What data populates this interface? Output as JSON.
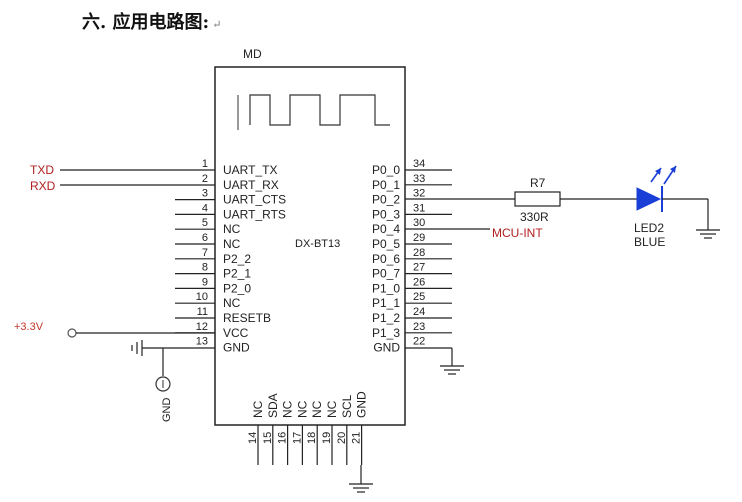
{
  "header": {
    "title": "六. 应用电路图:",
    "return_mark": "↵"
  },
  "module": {
    "name": "MD",
    "part_number": "DX-BT13"
  },
  "left_pins": [
    {
      "num": "1",
      "name": "UART_TX"
    },
    {
      "num": "2",
      "name": "UART_RX"
    },
    {
      "num": "3",
      "name": "UART_CTS"
    },
    {
      "num": "4",
      "name": "UART_RTS"
    },
    {
      "num": "5",
      "name": "NC"
    },
    {
      "num": "6",
      "name": "NC"
    },
    {
      "num": "7",
      "name": "P2_2"
    },
    {
      "num": "8",
      "name": "P2_1"
    },
    {
      "num": "9",
      "name": "P2_0"
    },
    {
      "num": "10",
      "name": "NC"
    },
    {
      "num": "11",
      "name": "RESETB"
    },
    {
      "num": "12",
      "name": "VCC"
    },
    {
      "num": "13",
      "name": "GND"
    }
  ],
  "right_pins": [
    {
      "num": "34",
      "name": "P0_0"
    },
    {
      "num": "33",
      "name": "P0_1"
    },
    {
      "num": "32",
      "name": "P0_2"
    },
    {
      "num": "31",
      "name": "P0_3"
    },
    {
      "num": "30",
      "name": "P0_4"
    },
    {
      "num": "29",
      "name": "P0_5"
    },
    {
      "num": "28",
      "name": "P0_6"
    },
    {
      "num": "27",
      "name": "P0_7"
    },
    {
      "num": "26",
      "name": "P1_0"
    },
    {
      "num": "25",
      "name": "P1_1"
    },
    {
      "num": "24",
      "name": "P1_2"
    },
    {
      "num": "23",
      "name": "P1_3"
    },
    {
      "num": "22",
      "name": "GND"
    }
  ],
  "bottom_pins": [
    {
      "num": "14",
      "name": "NC"
    },
    {
      "num": "15",
      "name": "SDA"
    },
    {
      "num": "16",
      "name": "NC"
    },
    {
      "num": "17",
      "name": "NC"
    },
    {
      "num": "18",
      "name": "NC"
    },
    {
      "num": "19",
      "name": "NC"
    },
    {
      "num": "20",
      "name": "SCL"
    },
    {
      "num": "21",
      "name": "GND"
    }
  ],
  "nets": {
    "txd": "TXD",
    "rxd": "RXD",
    "vcc": "+3.3V",
    "gnd": "GND",
    "mcu_int": "MCU-INT"
  },
  "resistor": {
    "ref": "R7",
    "value": "330R"
  },
  "led": {
    "ref": "LED2",
    "color": "BLUE"
  },
  "colors": {
    "net_label": "#b02020",
    "led_body": "#1a3fd6",
    "line": "#222222",
    "vcc": "#c0392b"
  }
}
